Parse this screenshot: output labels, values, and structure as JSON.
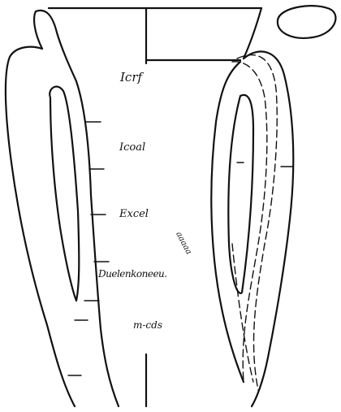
{
  "labels": {
    "mark_1": "Icrf",
    "mark_2": "Icoal",
    "mark_3": "Excel",
    "mark_4": "Duelenkoneeu.",
    "mark_5": "m-cds",
    "mark_6": "aaaaa"
  }
}
